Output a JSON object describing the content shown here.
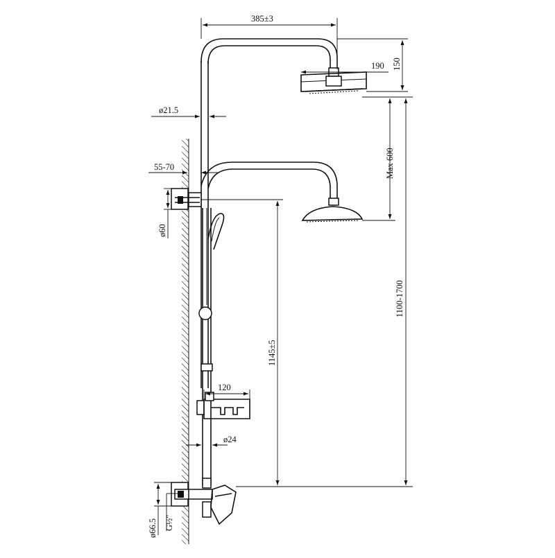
{
  "drawing": {
    "dimensions": {
      "arm_width": "385±3",
      "head_diameter": "190",
      "head_height": "150",
      "pipe_diameter": "ø21.5",
      "head_adjust": "Max 600",
      "wall_bracket_depth": "55-70",
      "bracket_diameter": "ø60",
      "total_height": "1100-1700",
      "mount_height": "1145±5",
      "shelf_width": "120",
      "lower_pipe_diameter": "ø24",
      "valve_diameter": "ø66.5",
      "thread": "G½\""
    }
  }
}
